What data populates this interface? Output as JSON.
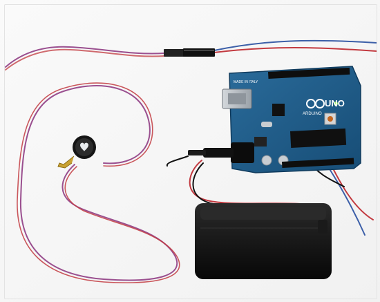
{
  "photo": {
    "board_label_made_in": "MADE IN ITALY",
    "board_logo_text": "ARDUINO",
    "board_model_text": "UNO",
    "colors": {
      "background": "#f7f7f7",
      "pcb": "#1f5b87",
      "pcb_dark": "#123e60",
      "wire_red": "#c2393f",
      "wire_blue": "#3c5fa8",
      "wire_purple": "#9a4f8f",
      "battery_box": "#111111",
      "usb_metal": "#b7bcc2"
    },
    "icons": [
      "arduino-logo-icon"
    ]
  }
}
